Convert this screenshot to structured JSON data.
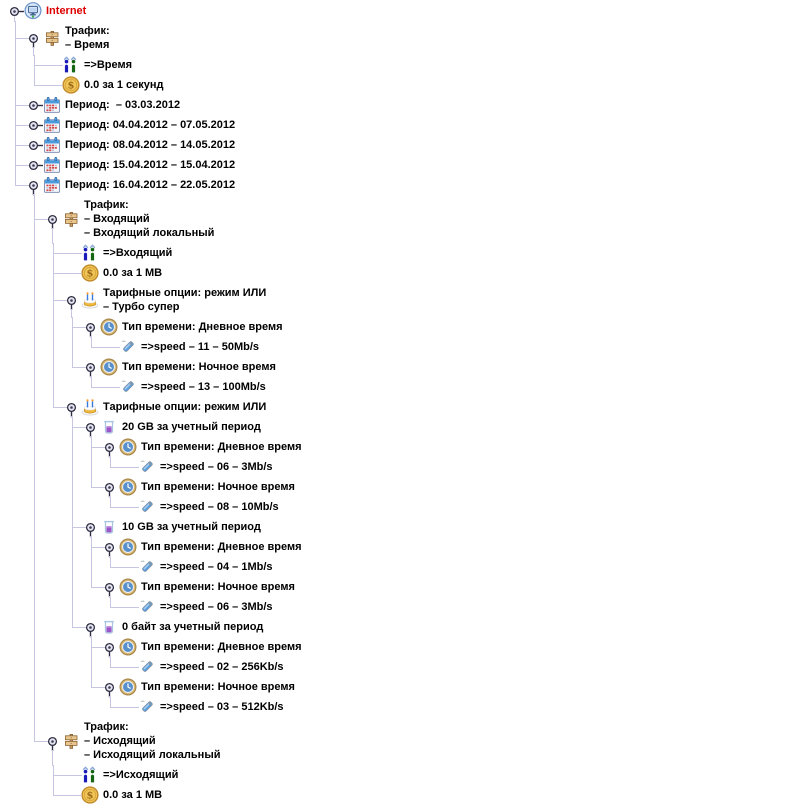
{
  "colors": {
    "connector": "#c6c6e2",
    "root_text": "#dd0000",
    "text": "#000000"
  },
  "tree": {
    "icon": "internet",
    "color": "#dd0000",
    "lines": [
      "Internet"
    ],
    "children": [
      {
        "icon": "signpost",
        "lines": [
          "Трафик:",
          "– Время"
        ],
        "children": [
          {
            "icon": "people",
            "lines": [
              "=>Время"
            ]
          },
          {
            "icon": "coin",
            "lines": [
              "0.0 за 1 секунд"
            ]
          }
        ]
      },
      {
        "icon": "calendar",
        "collapsed": true,
        "lines": [
          "Период:  – 03.03.2012"
        ]
      },
      {
        "icon": "calendar",
        "collapsed": true,
        "lines": [
          "Период: 04.04.2012 – 07.05.2012"
        ]
      },
      {
        "icon": "calendar",
        "collapsed": true,
        "lines": [
          "Период: 08.04.2012 – 14.05.2012"
        ]
      },
      {
        "icon": "calendar",
        "collapsed": true,
        "lines": [
          "Период: 15.04.2012 – 15.04.2012"
        ]
      },
      {
        "icon": "calendar",
        "lines": [
          "Период: 16.04.2012 – 22.05.2012"
        ],
        "children": [
          {
            "icon": "signpost",
            "lines": [
              "Трафик:",
              "– Входящий",
              "– Входящий локальный"
            ],
            "children": [
              {
                "icon": "people",
                "lines": [
                  "=>Входящий"
                ]
              },
              {
                "icon": "coin",
                "lines": [
                  "0.0 за 1 MB"
                ]
              },
              {
                "icon": "cake",
                "lines": [
                  "Тарифные опции: режим ИЛИ",
                  "– Турбо супер"
                ],
                "children": [
                  {
                    "icon": "clock",
                    "lines": [
                      "Тип времени: Дневное время"
                    ],
                    "children": [
                      {
                        "icon": "tag",
                        "lines": [
                          "=>speed – 11 – 50Mb/s"
                        ]
                      }
                    ]
                  },
                  {
                    "icon": "clock",
                    "lines": [
                      "Тип времени: Ночное время"
                    ],
                    "children": [
                      {
                        "icon": "tag",
                        "lines": [
                          "=>speed – 13 – 100Mb/s"
                        ]
                      }
                    ]
                  }
                ]
              },
              {
                "icon": "cake",
                "lines": [
                  "Тарифные опции: режим ИЛИ"
                ],
                "children": [
                  {
                    "icon": "beaker",
                    "lines": [
                      "20 GB за учетный период"
                    ],
                    "children": [
                      {
                        "icon": "clock",
                        "lines": [
                          "Тип времени: Дневное время"
                        ],
                        "children": [
                          {
                            "icon": "tag",
                            "lines": [
                              "=>speed – 06 – 3Mb/s"
                            ]
                          }
                        ]
                      },
                      {
                        "icon": "clock",
                        "lines": [
                          "Тип времени: Ночное время"
                        ],
                        "children": [
                          {
                            "icon": "tag",
                            "lines": [
                              "=>speed – 08 – 10Mb/s"
                            ]
                          }
                        ]
                      }
                    ]
                  },
                  {
                    "icon": "beaker",
                    "lines": [
                      "10 GB за учетный период"
                    ],
                    "children": [
                      {
                        "icon": "clock",
                        "lines": [
                          "Тип времени: Дневное время"
                        ],
                        "children": [
                          {
                            "icon": "tag",
                            "lines": [
                              "=>speed – 04 – 1Mb/s"
                            ]
                          }
                        ]
                      },
                      {
                        "icon": "clock",
                        "lines": [
                          "Тип времени: Ночное время"
                        ],
                        "children": [
                          {
                            "icon": "tag",
                            "lines": [
                              "=>speed – 06 – 3Mb/s"
                            ]
                          }
                        ]
                      }
                    ]
                  },
                  {
                    "icon": "beaker",
                    "lines": [
                      "0 байт за учетный период"
                    ],
                    "children": [
                      {
                        "icon": "clock",
                        "lines": [
                          "Тип времени: Дневное время"
                        ],
                        "children": [
                          {
                            "icon": "tag",
                            "lines": [
                              "=>speed – 02 – 256Kb/s"
                            ]
                          }
                        ]
                      },
                      {
                        "icon": "clock",
                        "lines": [
                          "Тип времени: Ночное время"
                        ],
                        "children": [
                          {
                            "icon": "tag",
                            "lines": [
                              "=>speed – 03 – 512Kb/s"
                            ]
                          }
                        ]
                      }
                    ]
                  }
                ]
              }
            ]
          },
          {
            "icon": "signpost",
            "lines": [
              "Трафик:",
              "– Исходящий",
              "– Исходящий локальный"
            ],
            "children": [
              {
                "icon": "people",
                "lines": [
                  "=>Исходящий"
                ]
              },
              {
                "icon": "coin",
                "lines": [
                  "0.0 за 1 MB"
                ]
              }
            ]
          }
        ]
      }
    ]
  }
}
